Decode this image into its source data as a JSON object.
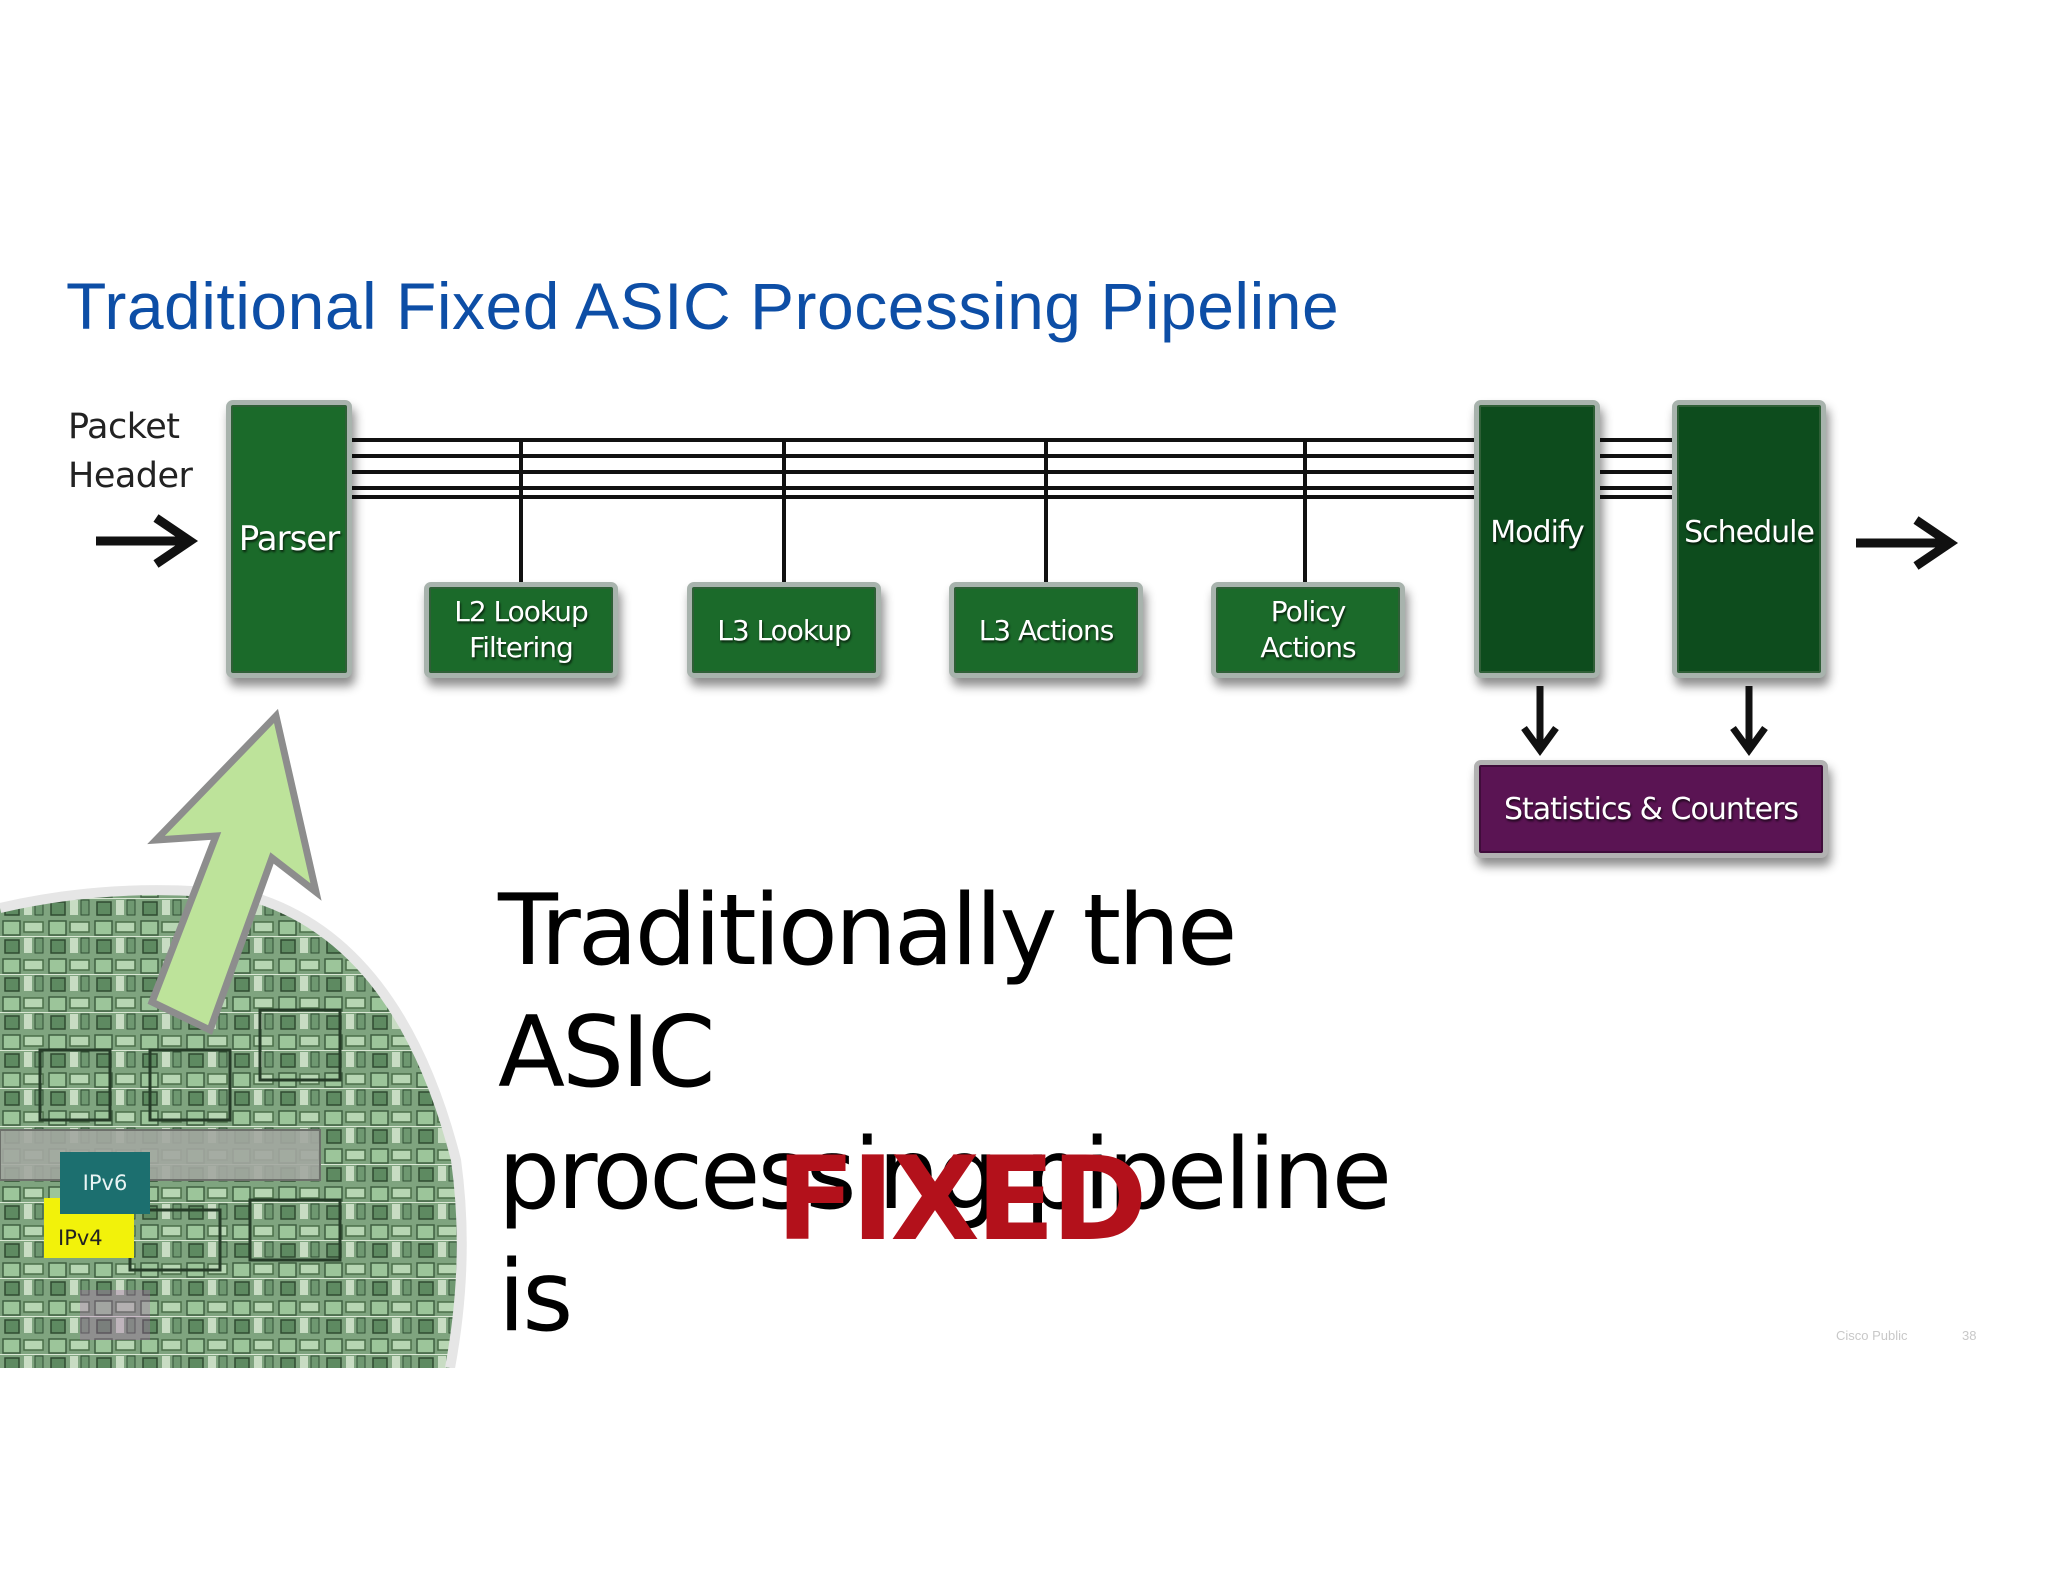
{
  "slide": {
    "title": "Traditional Fixed ASIC Processing Pipeline",
    "input_label_line1": "Packet",
    "input_label_line2": "Header",
    "stages": {
      "parser": "Parser",
      "l2_line1": "L2 Lookup",
      "l2_line2": "Filtering",
      "l3_lookup": "L3 Lookup",
      "l3_actions": "L3 Actions",
      "policy_line1": "Policy",
      "policy_line2": "Actions",
      "modify": "Modify",
      "schedule": "Schedule",
      "stats": "Statistics & Counters"
    },
    "statement_line1": "Traditionally the ASIC",
    "statement_line2": "processing pipeline is",
    "statement_emphasis": "FIXED",
    "chip_labels": {
      "ipv6": "IPv6",
      "ipv4": "IPv4"
    },
    "footer_label": "Cisco Public",
    "page_number": "38"
  },
  "colors": {
    "title": "#0d4ea6",
    "stage_green": "#1b6a2a",
    "stage_dark_green": "#0d4c1d",
    "stats_purple": "#5a1453",
    "emphasis_red": "#b3111b",
    "arrow_light_green": "#bde39a",
    "ipv6_tag": "#1c6f6f",
    "ipv4_tag": "#f2f20a"
  },
  "icons": [
    "right-arrow-icon",
    "down-arrow-icon",
    "up-right-arrow-icon"
  ]
}
